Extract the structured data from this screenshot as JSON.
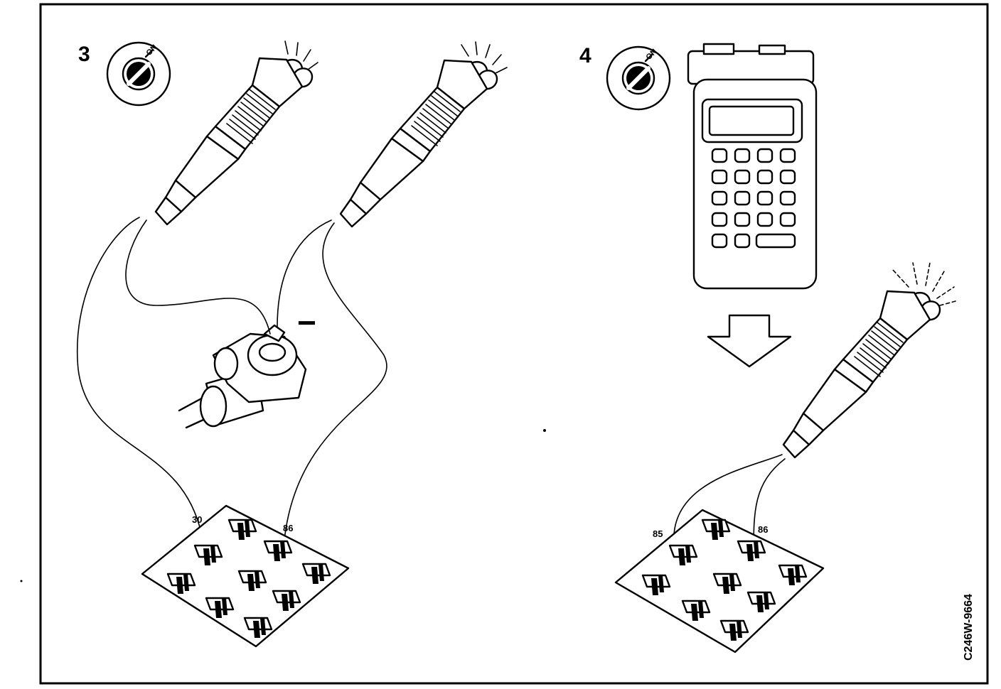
{
  "steps": [
    {
      "number": "3",
      "ignition_label": "ON",
      "ground_sign": "−",
      "relay_pins": {
        "left": "30",
        "right": "86"
      }
    },
    {
      "number": "4",
      "ignition_label": "ON",
      "relay_pins": {
        "left": "85",
        "right": "86"
      }
    }
  ],
  "figure_code": "C246W-9664"
}
